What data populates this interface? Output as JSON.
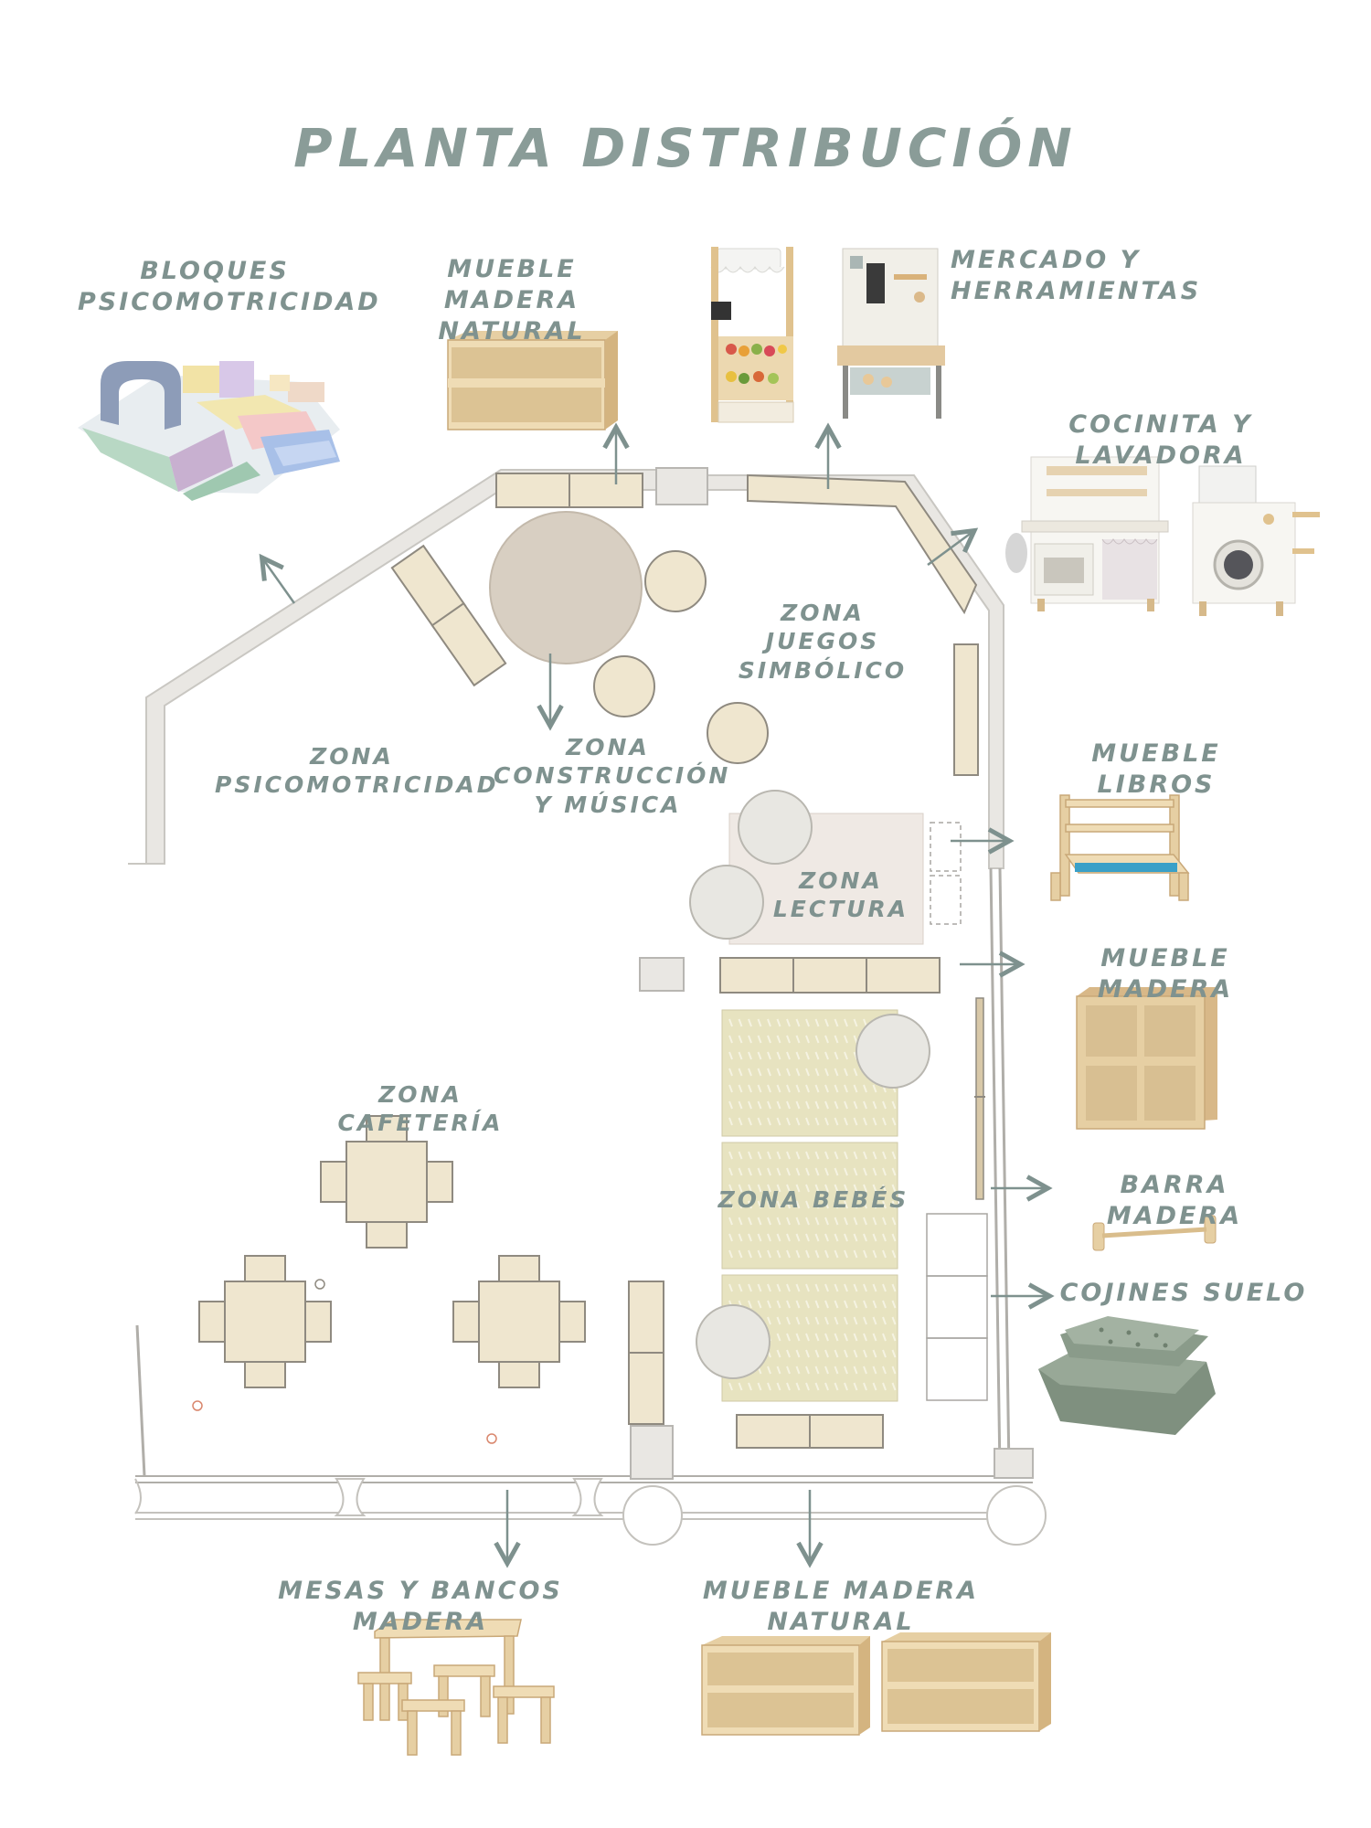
{
  "title": "PLANTA DISTRIBUCIÓN",
  "colors": {
    "label": "#7f928f",
    "wall": "#e9e7e3",
    "wall_stroke": "#b8b6b2",
    "furniture": "#efe6cf",
    "furniture_stroke": "#8f8a80",
    "rug_round": "#d8cfc2",
    "rug_reading": "#efe9e4",
    "mat_baby": "#e7e3c0",
    "arrow": "#7e918e",
    "wood": "#e6cfa3",
    "wood_dark": "#c9a878",
    "cushion": "#e8e7e2",
    "floor_cushion": "#8c9c8c"
  },
  "zones": {
    "psicomotricidad": "ZONA\nPSICOMOTRICIDAD",
    "construccion": "ZONA\nCONSTRUCCIÓN\nY MÚSICA",
    "juegos": "ZONA JUEGOS\nSIMBÓLICO",
    "lectura": "ZONA\nLECTURA",
    "cafeteria": "ZONA CAFETERÍA",
    "bebes": "ZONA BEBÉS"
  },
  "products": {
    "bloques": "BLOQUES\nPSICOMOTRICIDAD",
    "mueble_natural_top": "MUEBLE MADERA\nNATURAL",
    "mercado": "MERCADO Y\nHERRAMIENTAS",
    "cocinita": "COCINITA Y LAVADORA",
    "libros": "MUEBLE LIBROS",
    "mueble_madera": "MUEBLE MADERA",
    "barra": "BARRA MADERA",
    "cojines": "COJINES SUELO",
    "mesas": "MESAS Y BANCOS MADERA",
    "mueble_natural_bottom": "MUEBLE MADERA NATURAL"
  },
  "icons": {
    "arrow": "arrow-icon",
    "blocks": "soft-blocks-icon",
    "shelf": "wooden-shelf-icon",
    "market": "market-stall-icon",
    "workbench": "tool-bench-icon",
    "kitchen": "toy-kitchen-icon",
    "washer": "toy-washer-icon",
    "bookcase": "book-shelf-icon",
    "cube_shelf": "cube-shelf-icon",
    "bar": "wooden-bar-icon",
    "cushions": "floor-cushion-icon",
    "table_set": "table-bench-set-icon"
  }
}
